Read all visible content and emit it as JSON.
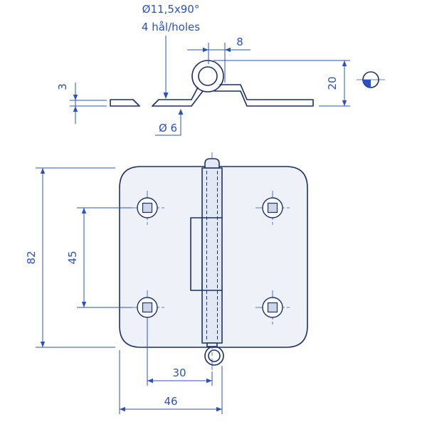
{
  "page": {
    "background": "#ffffff"
  },
  "drawing": {
    "kind": "hinge technical drawing, two views with dimensions",
    "colors": {
      "outline": "#1c2f6e",
      "dimension": "#2a50c8",
      "fill_light": "#eef2f8",
      "fill_barrel": "#e2e9f4",
      "fill_square_hole": "#cdd6e4"
    },
    "top_view": {
      "labels": {
        "countersink_spec": "Ø11,5x90°",
        "hole_count": "4 hål/holes",
        "knuckle_width": "8",
        "plate_thickness": "3",
        "knuckle_height": "20",
        "hole_diameter": "Ø 6"
      }
    },
    "front_view": {
      "labels": {
        "overall_height": "82",
        "hole_spacing": "45",
        "hole_to_center": "30",
        "leaf_width": "46"
      }
    }
  }
}
